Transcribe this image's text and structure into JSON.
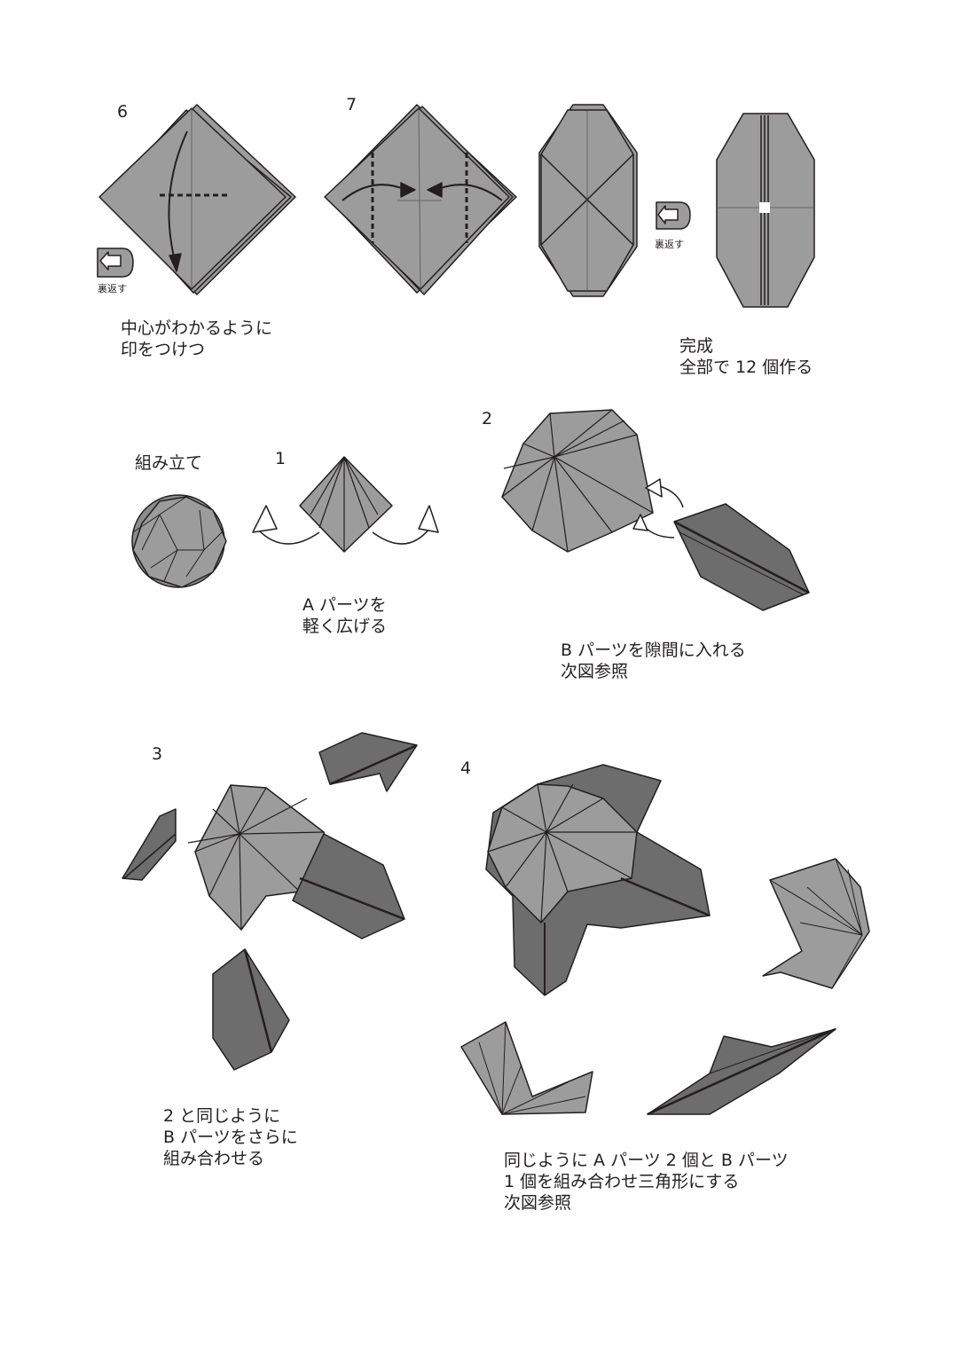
{
  "steps": {
    "step6": {
      "number": "6",
      "caption": [
        "中心がわかるように",
        "印をつけつ"
      ]
    },
    "step7": {
      "number": "7"
    },
    "finished": {
      "caption": [
        "完成",
        "全部で 12 個作る"
      ]
    },
    "assembly": {
      "title": "組み立て"
    },
    "a1": {
      "number": "1",
      "caption": [
        "A パーツを",
        "軽く広げる"
      ]
    },
    "a2": {
      "number": "2",
      "caption": [
        "B パーツを隙間に入れる",
        "次図参照"
      ]
    },
    "a3": {
      "number": "3",
      "caption": [
        "2 と同じように",
        "B パーツをさらに",
        "組み合わせる"
      ]
    },
    "a4": {
      "number": "4",
      "caption": [
        "同じように A パーツ 2 個と B パーツ",
        "1 個を組み合わせ三角形にする",
        "次図参照"
      ]
    }
  },
  "flip_label": "裏返す",
  "colors": {
    "paper": "#9c9c9c",
    "paper_dark": "#6d6d6d",
    "line": "#231f20"
  },
  "icons": [
    "turn-over-icon",
    "fold-arrow-icon",
    "valley-fold-line"
  ]
}
